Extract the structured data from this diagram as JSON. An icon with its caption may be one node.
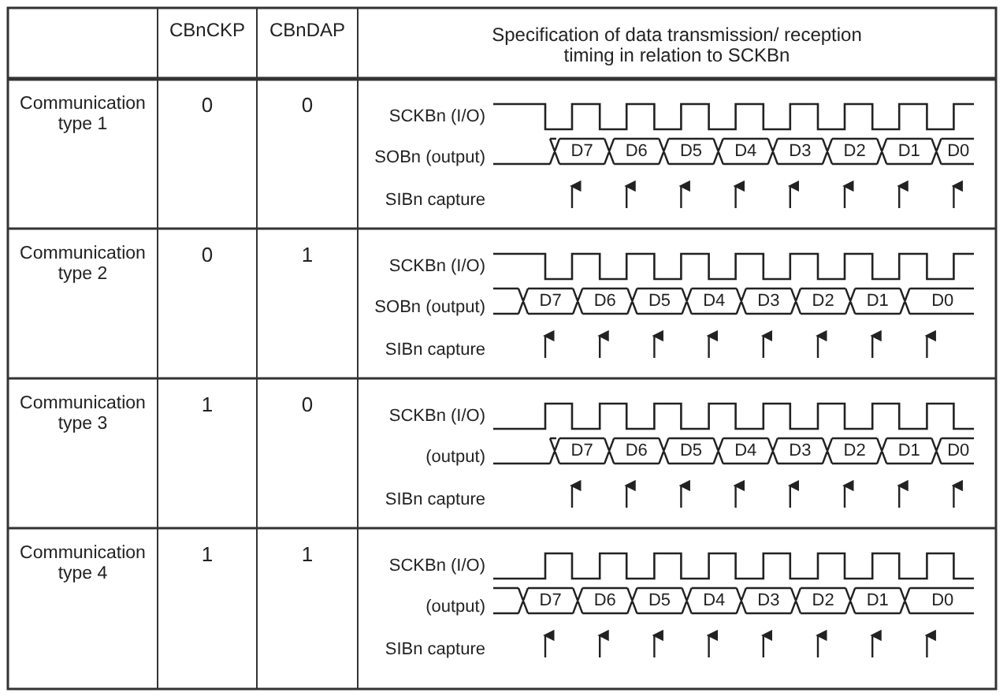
{
  "diagram": {
    "labels": [
      "CBnCKP",
      "CBnDAP",
      "Specification of data transmission/ reception timing in relation to SCKBn",
      "Communication type 1",
      "0",
      "0",
      "SCKBn (I/O)",
      "SOBn (output)",
      "D7",
      "D6",
      "D5",
      "D4",
      "D3",
      "D2",
      "D1",
      "D0",
      "SIBn capture",
      "Communication type 2",
      "0",
      "1",
      "SCKBn (I/O)",
      "SOBn (output)",
      "D7",
      "D6",
      "D5",
      "D4",
      "D3",
      "D2",
      "D1",
      "D0",
      "SIBn capture",
      "Communication type 3",
      "1",
      "0",
      "SCKBn (I/O)",
      "(output)",
      "D7",
      "D6",
      "D5",
      "D4",
      "D3",
      "D2",
      "D1",
      "D0",
      "SIBn capture",
      "Communication type 4",
      "1",
      "1",
      "SCKBn (I/O)",
      "(output)",
      "D7",
      "D6",
      "D5",
      "D4",
      "D3",
      "D2",
      "D1",
      "D0",
      "SIBn capture"
    ]
  }
}
